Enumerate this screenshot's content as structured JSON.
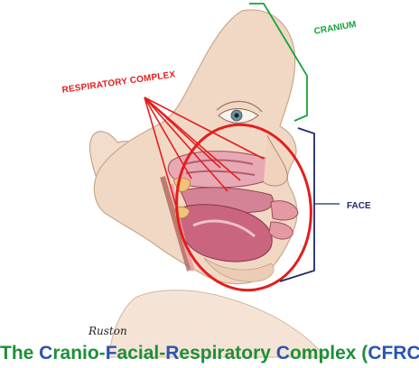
{
  "labels": {
    "cranium": "CRANIUM",
    "respiratory_complex": "RESPIRATORY COMPLEX",
    "face": "FACE"
  },
  "signature": "Ruston",
  "caption": {
    "parts": [
      {
        "text": "The ",
        "style": "word"
      },
      {
        "text": "C",
        "style": "initial"
      },
      {
        "text": "ranio-",
        "style": "word"
      },
      {
        "text": "F",
        "style": "initial"
      },
      {
        "text": "acial-",
        "style": "word"
      },
      {
        "text": "R",
        "style": "initial"
      },
      {
        "text": "espiratory ",
        "style": "word"
      },
      {
        "text": "C",
        "style": "initial"
      },
      {
        "text": "omplex (",
        "style": "word"
      },
      {
        "text": "CFRC",
        "style": "initial"
      },
      {
        "text": ")",
        "style": "word"
      }
    ]
  },
  "colors": {
    "cranium_bracket": "#17a33a",
    "face_bracket": "#1f2a6b",
    "respiratory": "#e41d1d",
    "caption_word": "#1e8f3a",
    "caption_initial": "#2a55b0",
    "skin": "#f1d8c4",
    "tissue": "#c9657f"
  }
}
